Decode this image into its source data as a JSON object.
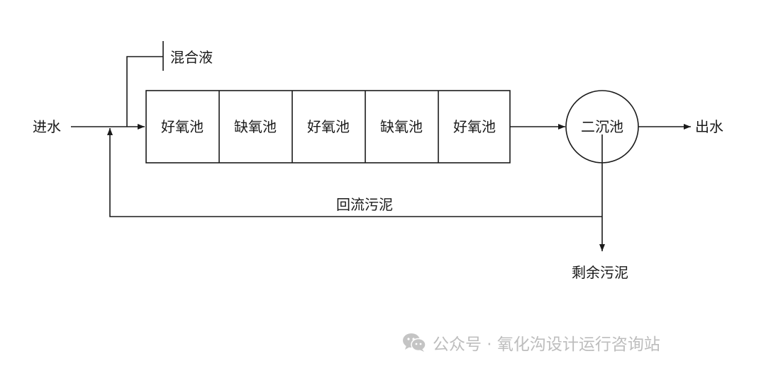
{
  "nodes": {
    "inlet": "进水",
    "mixed_liquor": "混合液",
    "tanks": [
      "好氧池",
      "缺氧池",
      "好氧池",
      "缺氧池",
      "好氧池"
    ],
    "clarifier": "二沉池",
    "outlet": "出水",
    "return_sludge": "回流污泥",
    "excess_sludge": "剩余污泥"
  },
  "watermark": {
    "icon": "wechat-icon",
    "text": "公众号 · 氧化沟设计运行咨询站"
  }
}
